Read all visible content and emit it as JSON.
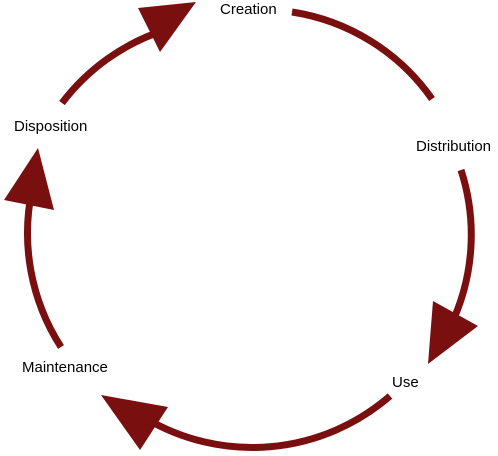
{
  "diagram": {
    "type": "cycle",
    "arrow_color": "#7a0f0f",
    "label_color": "#000000",
    "stages": [
      {
        "label": "Creation"
      },
      {
        "label": "Distribution"
      },
      {
        "label": "Use"
      },
      {
        "label": "Maintenance"
      },
      {
        "label": "Disposition"
      }
    ]
  }
}
